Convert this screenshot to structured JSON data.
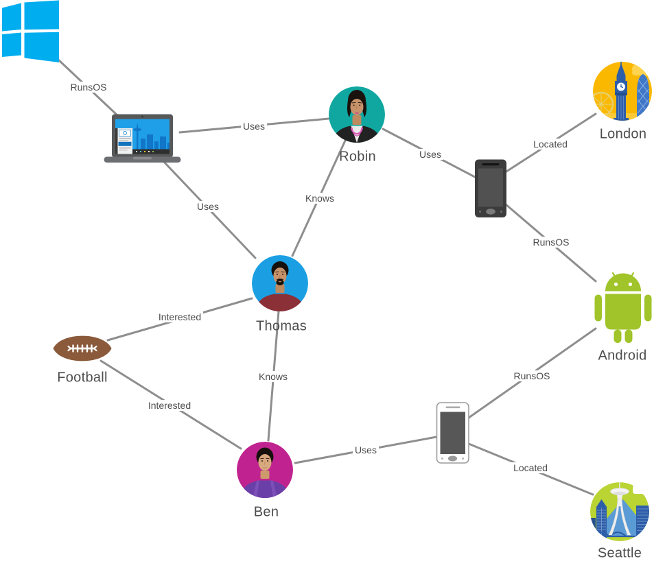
{
  "diagram": {
    "type": "graph",
    "nodes": [
      {
        "id": "windows",
        "label": "",
        "icon": "windows-logo"
      },
      {
        "id": "laptop",
        "label": "",
        "icon": "laptop"
      },
      {
        "id": "robin",
        "label": "Robin",
        "icon": "person-teal"
      },
      {
        "id": "thomas",
        "label": "Thomas",
        "icon": "person-blue"
      },
      {
        "id": "ben",
        "label": "Ben",
        "icon": "person-magenta"
      },
      {
        "id": "football",
        "label": "Football",
        "icon": "football"
      },
      {
        "id": "phone-dark",
        "label": "",
        "icon": "smartphone-dark"
      },
      {
        "id": "phone-white",
        "label": "",
        "icon": "smartphone-white"
      },
      {
        "id": "london",
        "label": "London",
        "icon": "city-london"
      },
      {
        "id": "android",
        "label": "Android",
        "icon": "android-robot"
      },
      {
        "id": "seattle",
        "label": "Seattle",
        "icon": "city-seattle"
      }
    ],
    "edges": [
      {
        "from": "windows",
        "to": "laptop",
        "label": "RunsOS"
      },
      {
        "from": "laptop",
        "to": "robin",
        "label": "Uses"
      },
      {
        "from": "laptop",
        "to": "thomas",
        "label": "Uses"
      },
      {
        "from": "robin",
        "to": "thomas",
        "label": "Knows"
      },
      {
        "from": "robin",
        "to": "phone-dark",
        "label": "Uses"
      },
      {
        "from": "phone-dark",
        "to": "london",
        "label": "Located"
      },
      {
        "from": "phone-dark",
        "to": "android",
        "label": "RunsOS"
      },
      {
        "from": "football",
        "to": "thomas",
        "label": "Interested"
      },
      {
        "from": "football",
        "to": "ben",
        "label": "Interested"
      },
      {
        "from": "thomas",
        "to": "ben",
        "label": "Knows"
      },
      {
        "from": "ben",
        "to": "phone-white",
        "label": "Uses"
      },
      {
        "from": "phone-white",
        "to": "android",
        "label": "RunsOS"
      },
      {
        "from": "phone-white",
        "to": "seattle",
        "label": "Located"
      }
    ],
    "colors": {
      "edge": "#8E8E8E",
      "label_text": "#4D4D4D",
      "windows_blue": "#00ADEF",
      "robin_teal": "#10A7A1",
      "thomas_blue": "#1B9FE2",
      "ben_magenta": "#C02390",
      "football_brown": "#8A5A3B",
      "android_green": "#A0C42A",
      "seattle_lime": "#B9D433",
      "london_amber": "#FBB800"
    }
  }
}
